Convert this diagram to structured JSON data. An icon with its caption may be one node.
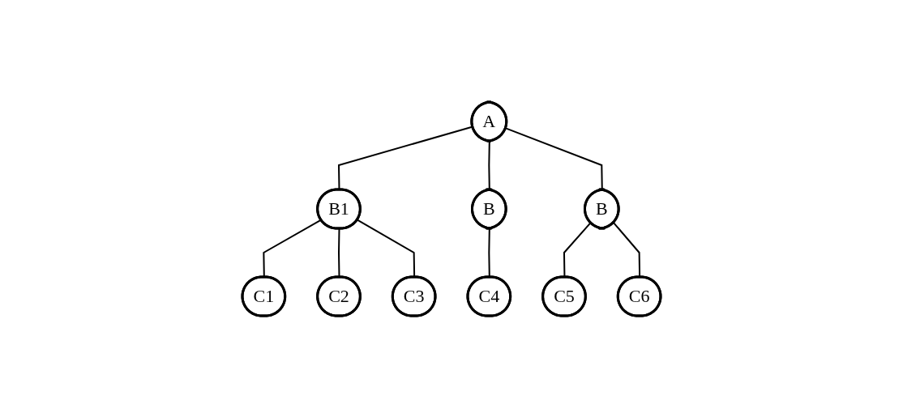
{
  "diagram": {
    "nodes": [
      {
        "text": [
          "A"
        ]
      },
      {
        "text": [
          "B1"
        ]
      },
      {
        "text": [
          "B"
        ]
      },
      {
        "text": [
          "B"
        ]
      },
      {
        "text": [
          "C1"
        ]
      },
      {
        "text": [
          "C2"
        ]
      },
      {
        "text": [
          "C3"
        ]
      },
      {
        "text": [
          "C4"
        ]
      },
      {
        "text": [
          "C5"
        ]
      },
      {
        "text": [
          "C6"
        ]
      }
    ],
    "edges": [
      {
        "from": 0,
        "to": 1,
        "arrow": "none"
      },
      {
        "from": 0,
        "to": 2,
        "arrow": "none"
      },
      {
        "from": 0,
        "to": 3,
        "arrow": "none"
      },
      {
        "from": 1,
        "to": 4,
        "arrow": "none"
      },
      {
        "from": 1,
        "to": 5,
        "arrow": "none"
      },
      {
        "from": 1,
        "to": 6,
        "arrow": "none"
      },
      {
        "from": 2,
        "to": 7,
        "arrow": "none"
      },
      {
        "from": 3,
        "to": 8,
        "arrow": "none"
      },
      {
        "from": 3,
        "to": 9,
        "arrow": "none"
      }
    ]
  }
}
